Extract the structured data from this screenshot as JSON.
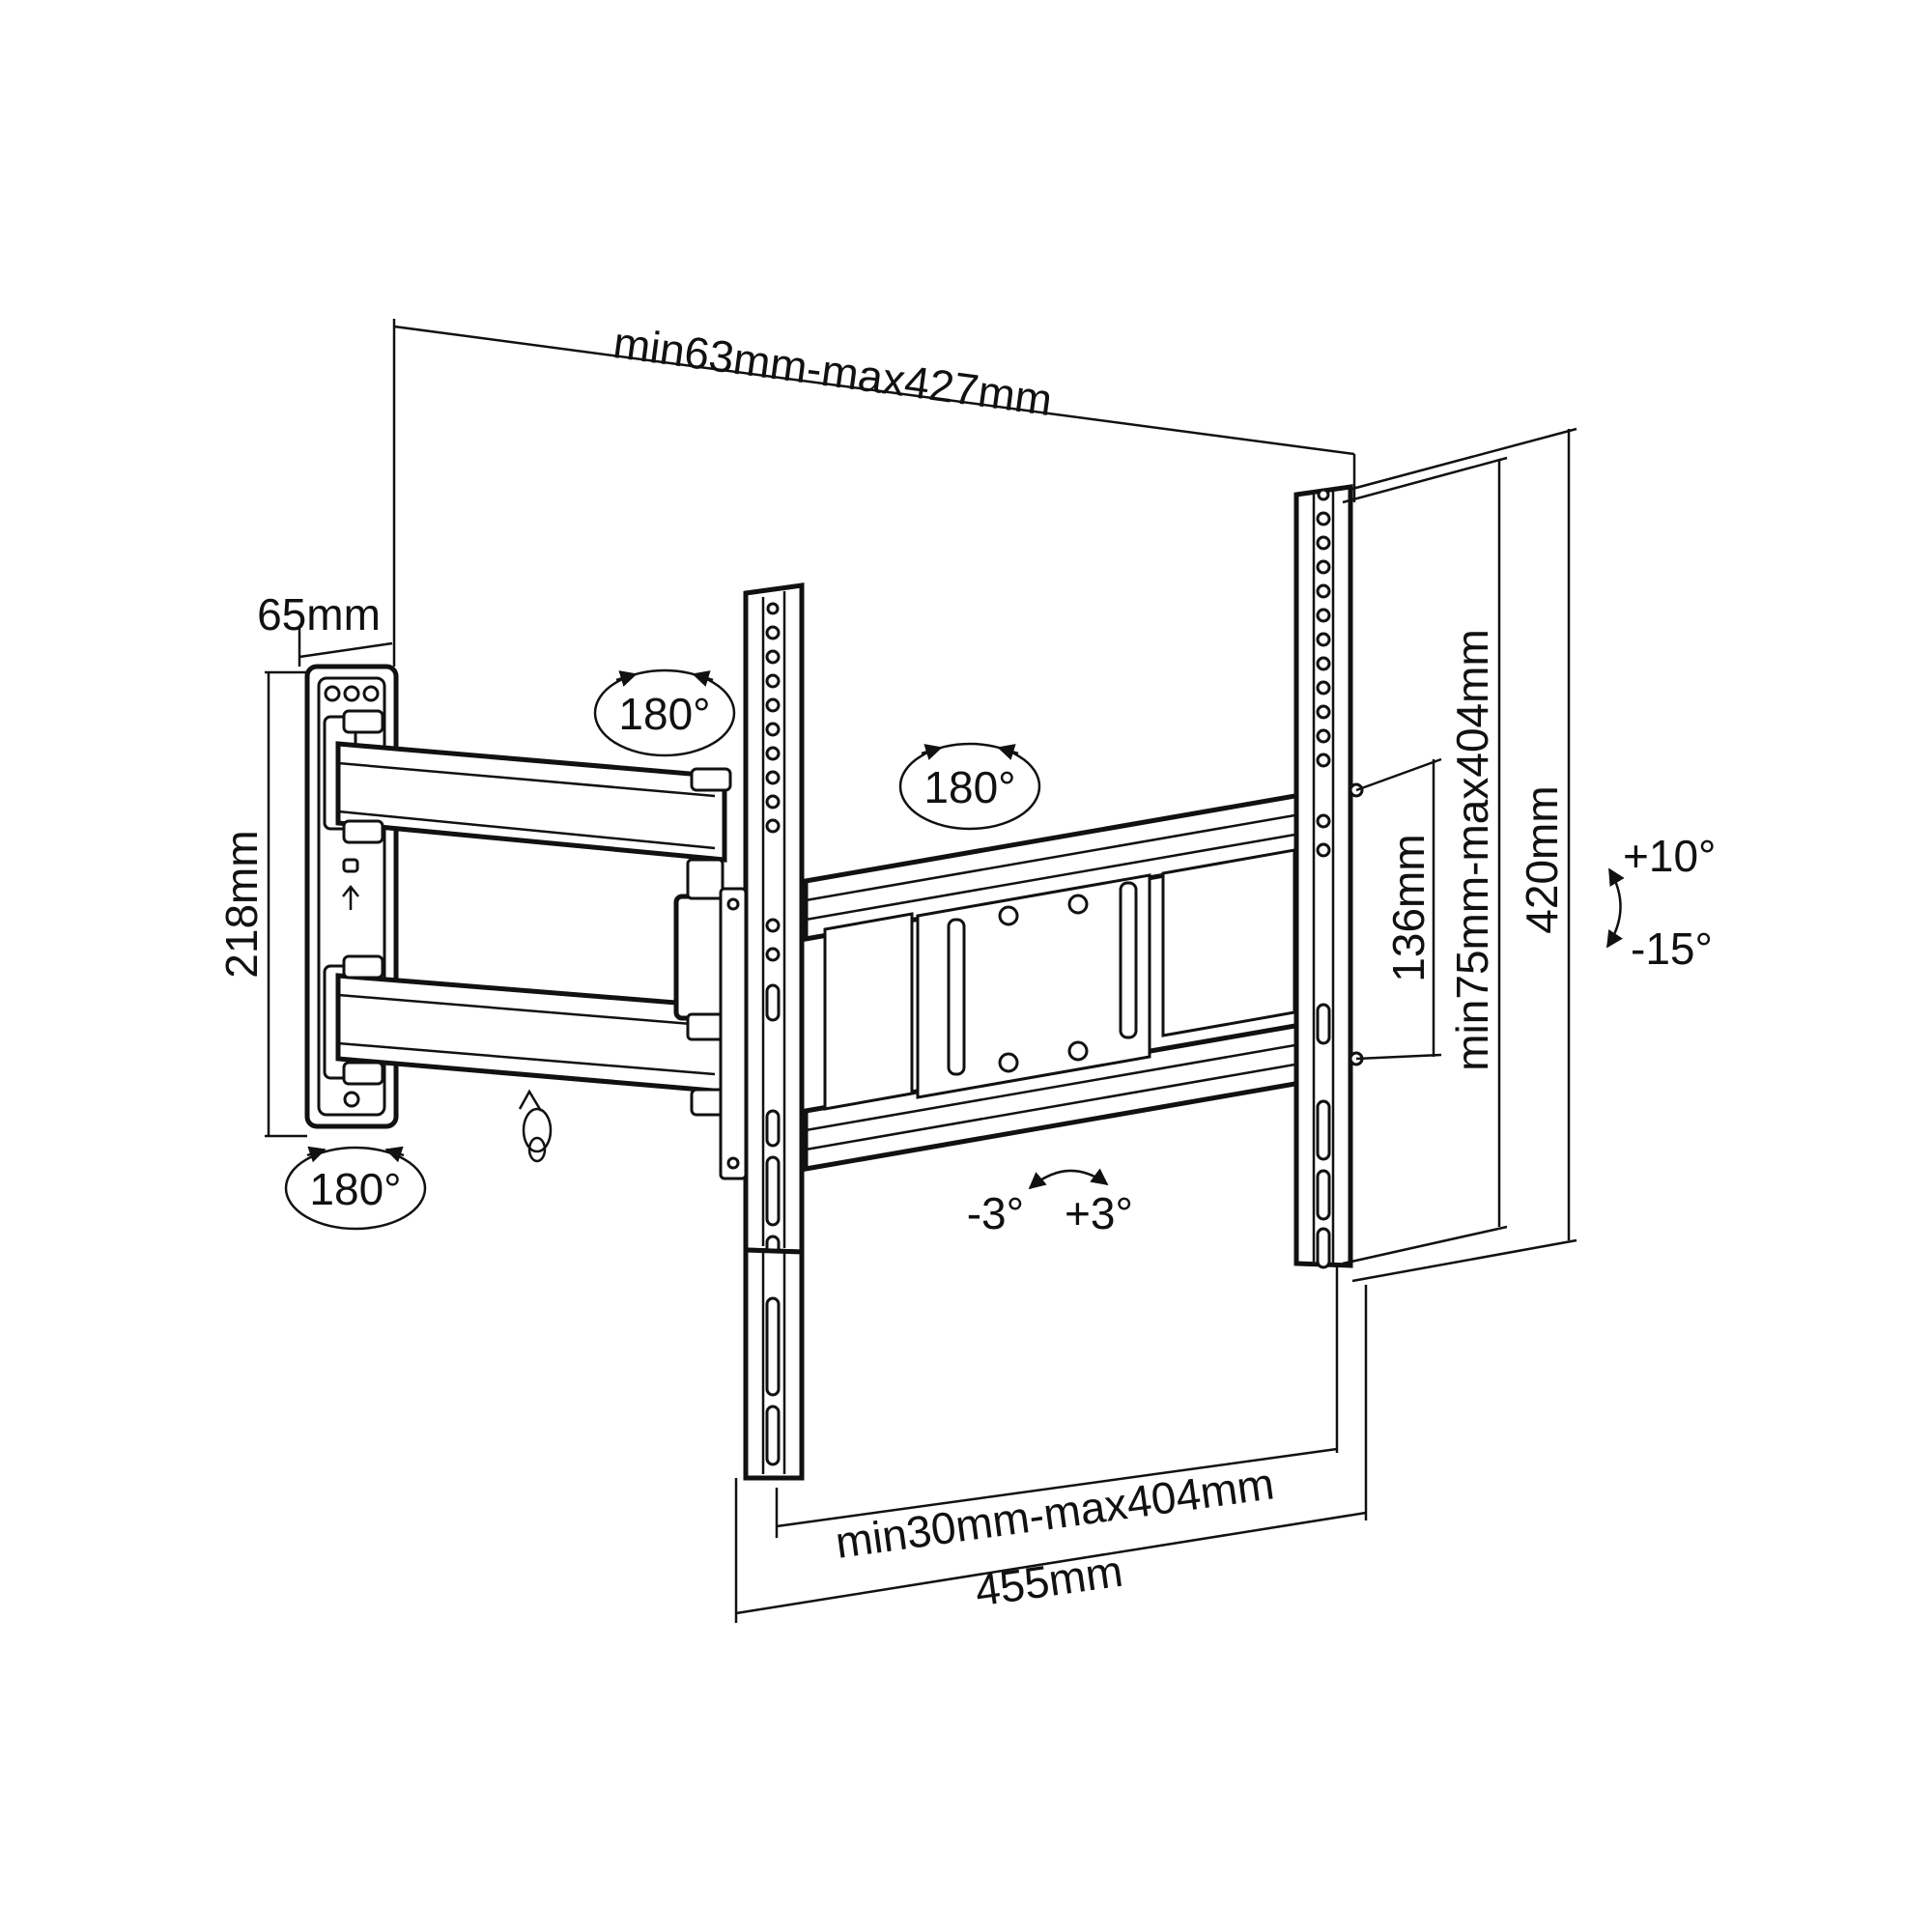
{
  "dimensions": {
    "wall_to_plate_depth": "min63mm-max427mm",
    "wall_plate_width": "65mm",
    "wall_plate_height": "218mm",
    "inner_vesa_height": "136mm",
    "vesa_vertical_range": "min75mm-max404mm",
    "overall_height": "420mm",
    "vesa_horizontal_range": "min30mm-max404mm",
    "overall_width": "455mm"
  },
  "rotations": {
    "wall_pivot": "180°",
    "arm_pivot": "180°",
    "plate_swivel": "180°",
    "tilt_up": "+10°",
    "tilt_down": "-15°",
    "level_minus": "-3°",
    "level_plus": "+3°"
  }
}
